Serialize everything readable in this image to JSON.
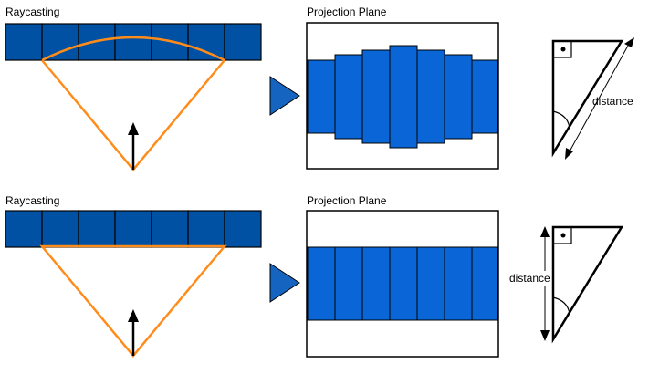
{
  "colors": {
    "grid_fill": "#0050a3",
    "grid_stroke": "#000000",
    "column_fill": "#0a66d6",
    "fov_stroke": "#ff8c1a",
    "play_arrow": "#1565c0",
    "line": "#000000"
  },
  "top": {
    "raycasting_label": "Raycasting",
    "projection_label": "Projection Plane",
    "distance_label": "distance"
  },
  "bottom": {
    "raycasting_label": "Raycasting",
    "projection_label": "Projection Plane",
    "distance_label": "distance"
  }
}
